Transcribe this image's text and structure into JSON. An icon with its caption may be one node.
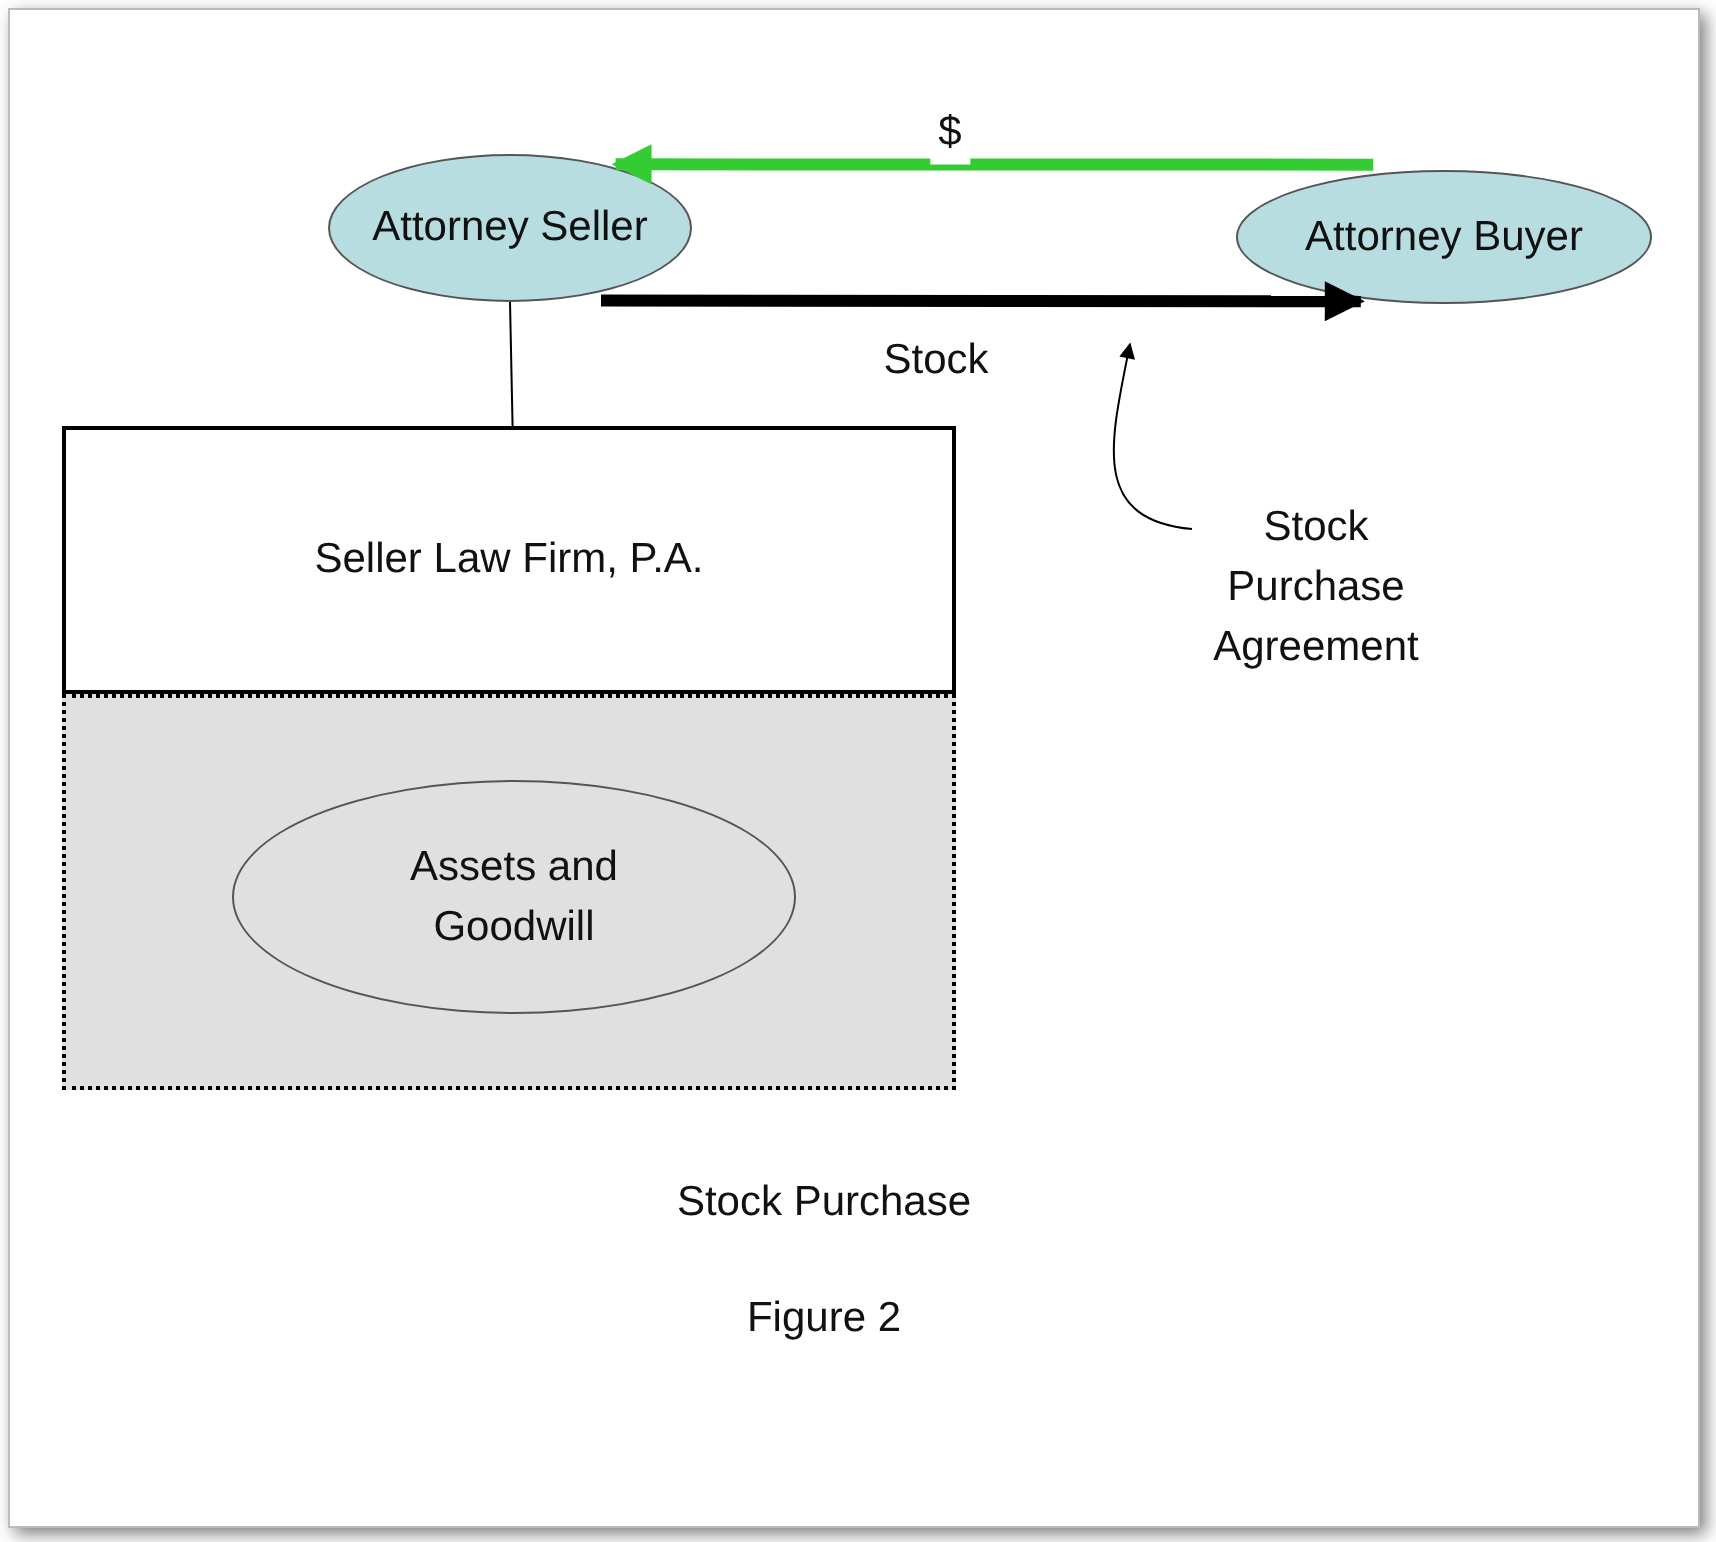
{
  "diagram": {
    "nodes": [
      {
        "text": [
          "Attorney Seller"
        ]
      },
      {
        "text": [
          "Attorney Buyer"
        ]
      },
      {
        "text": [
          "Seller Law Firm, P.A."
        ]
      },
      {
        "text": [],
        "shape": "box"
      },
      {
        "text": [
          "Assets and Goodwill"
        ],
        "in": 3
      },
      {
        "text": [
          "Stock Purchase Agreement"
        ]
      }
    ],
    "edges": [
      {
        "from": 1,
        "to": 0,
        "arrow": "to",
        "label": "$",
        "style": "thick",
        "color": "#33cc33"
      },
      {
        "from": 0,
        "to": 1,
        "arrow": "to",
        "label": "Stock",
        "style": "thick"
      },
      {
        "from": 0,
        "to": 2,
        "arrow": "none"
      },
      {
        "from": 5,
        "to": null,
        "arrow": "to"
      }
    ],
    "labels": [
      "Stock Purchase",
      "Figure 2"
    ]
  }
}
